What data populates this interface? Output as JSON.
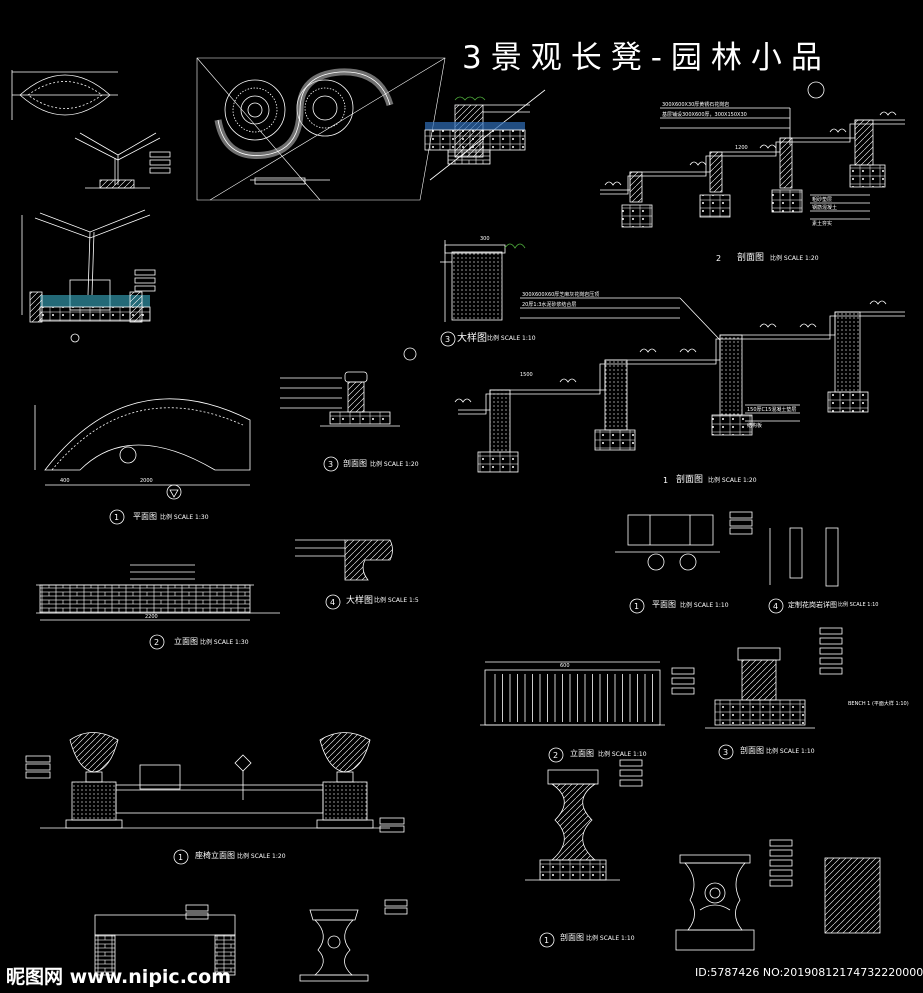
{
  "title": "3景观长凳-园林小品",
  "watermark": {
    "site": "昵图网 www.nipic.com",
    "id_line": "ID:5787426 NO:20190812174732220000"
  },
  "views": {
    "section_a": {
      "num": "2",
      "name": "剖面图",
      "scale": "比例 SCALE 1:20"
    },
    "detail_a": {
      "num": "3",
      "name": "大样图",
      "scale": "比例 SCALE 1:10"
    },
    "section_b": {
      "num": "1",
      "name": "剖面图",
      "scale": "比例 SCALE 1:20"
    },
    "plan_a": {
      "num": "1",
      "name": "平面图",
      "scale": "比例 SCALE 1:30"
    },
    "section_c": {
      "num": "3",
      "name": "剖面图",
      "scale": "比例 SCALE 1:20"
    },
    "elev_a": {
      "num": "2",
      "name": "立面图",
      "scale": "比例 SCALE 1:30"
    },
    "detail_b": {
      "num": "4",
      "name": "大样图",
      "scale": "比例 SCALE 1:5"
    },
    "plan_b": {
      "num": "1",
      "name": "平面图",
      "scale": "比例 SCALE 1:10"
    },
    "detail_c": {
      "num": "4",
      "name": "定制花岗岩详图",
      "scale": "比例 SCALE 1:10"
    },
    "elev_b": {
      "num": "2",
      "name": "立面图",
      "scale": "比例 SCALE 1:10"
    },
    "section_d": {
      "num": "3",
      "name": "剖面图",
      "scale": "比例 SCALE 1:10"
    },
    "elev_c": {
      "num": "1",
      "name": "座椅立面图",
      "scale": "比例 SCALE 1:20"
    },
    "section_e": {
      "num": "1",
      "name": "剖面图",
      "scale": "比例 SCALE 1:10"
    }
  },
  "notes": {
    "n1": "300X600X30厚黄锈石花岗岩",
    "n2": "基层铺设300X600厚，300X150X30",
    "n3": "300X600X60厚芝麻灰花岗岩压顶",
    "n4": "20厚1:3水泥砂浆结合层",
    "n5": "粗砂垫层",
    "n6": "钢筋混凝土",
    "n7": "素土夯实",
    "n8": "150厚C15混凝土垫层",
    "n9": "结构板",
    "n10": "BENCH 1 (平面大样 1:10)"
  },
  "dims": {
    "d1": "1200",
    "d2": "1500",
    "d3": "2000",
    "d4": "400",
    "d5": "2200",
    "d6": "300",
    "d7": "600"
  },
  "colors": {
    "background": "#000000",
    "line": "#ffffff",
    "accent_blue": "#2f6db8",
    "accent_cyan": "#3fbfd9",
    "accent_green": "#4fae3c"
  }
}
